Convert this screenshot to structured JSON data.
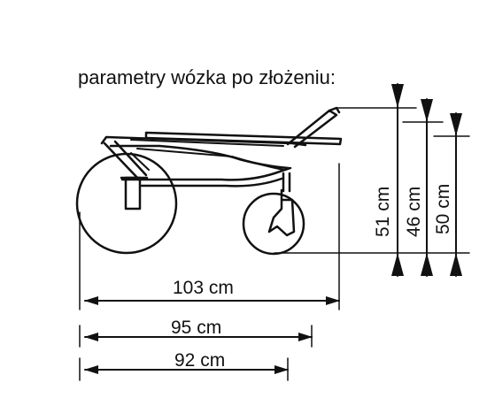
{
  "title": "parametry wózka po złożeniu:",
  "dimensions": {
    "length_103": "103 cm",
    "length_95": "95 cm",
    "length_92": "92 cm",
    "height_51": "51 cm",
    "height_46": "46 cm",
    "height_50": "50 cm"
  },
  "colors": {
    "stroke": "#111111",
    "background": "#ffffff"
  }
}
